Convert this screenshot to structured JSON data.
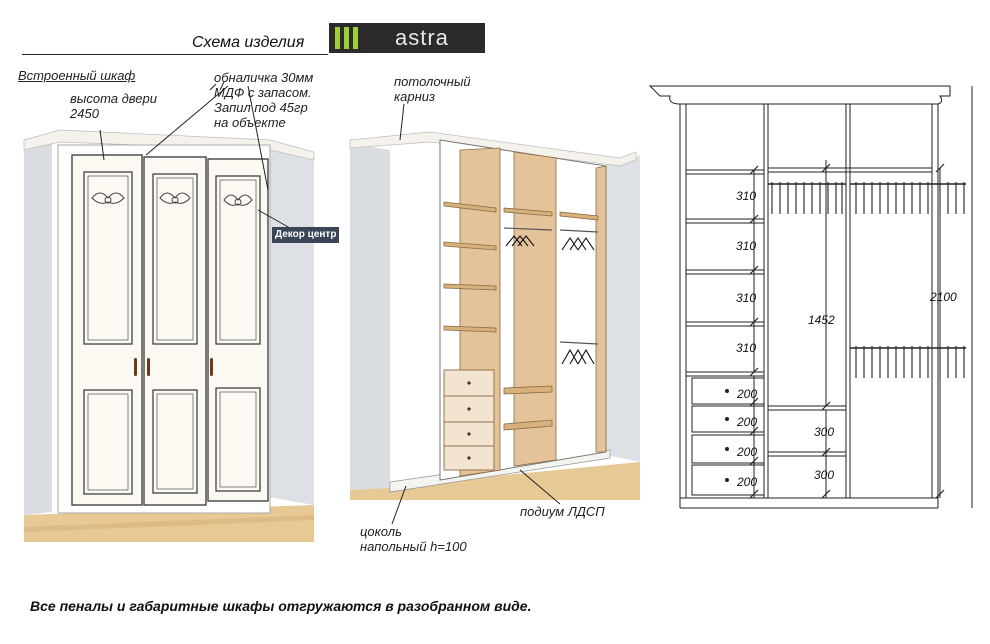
{
  "header": {
    "title": "Схема изделия",
    "logo_text": "astra",
    "logo_bar_color": "#9fcf38",
    "logo_bg_color": "#2b2b2b"
  },
  "left_view": {
    "section_title": "Встроенный шкаф",
    "door_height_label": "высота двери\n2450",
    "trim_label": "обналичка 30мм\nМДФ с запасом.\nЗапил под 45гр\nна объекте",
    "decor_label": "Декор центр"
  },
  "middle_view": {
    "cornice_label": "потолочный\nкарниз",
    "plinth_label": "цоколь\nнапольный h=100",
    "podium_label": "подиум ЛДСП"
  },
  "drawing": {
    "shelf_dims": [
      "310",
      "310",
      "310",
      "310"
    ],
    "drawer_dims": [
      "200",
      "200",
      "200",
      "200"
    ],
    "middle_dims": [
      "300",
      "300"
    ],
    "height_inner": "1452",
    "height_total": "2100"
  },
  "footer": {
    "note": "Все пеналы и габаритные шкафы отгружаются в разобранном виде."
  }
}
